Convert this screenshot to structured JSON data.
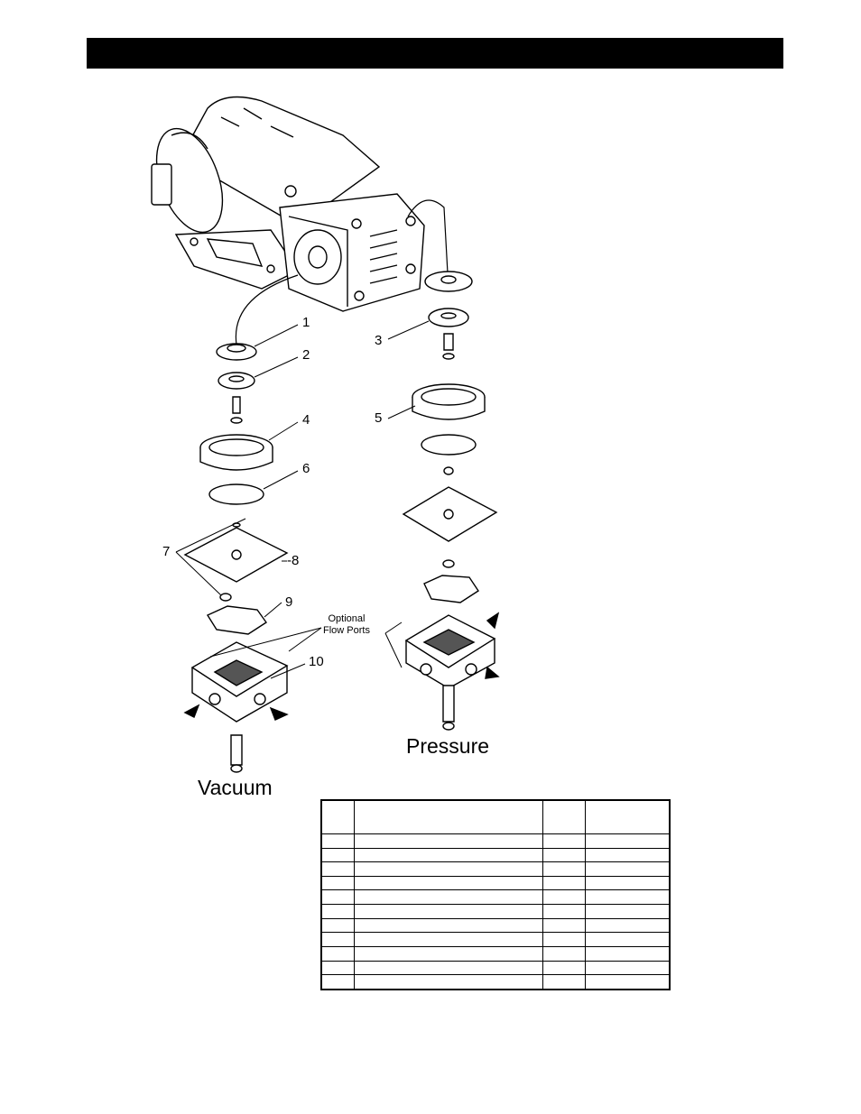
{
  "header_bar": {
    "color": "#000000"
  },
  "diagram": {
    "callouts": {
      "c1": "1",
      "c2": "2",
      "c3": "3",
      "c4": "4",
      "c5": "5",
      "c6": "6",
      "c7": "7",
      "c8": "-8",
      "c9": "9",
      "c10": "10"
    },
    "optional_flow_ports": "Optional\nFlow Ports",
    "vacuum_label": "Vacuum",
    "pressure_label": "Pressure"
  },
  "parts_table": {
    "header": [
      "",
      "",
      "",
      ""
    ],
    "rows": [
      [
        "",
        "",
        "",
        ""
      ],
      [
        "",
        "",
        "",
        ""
      ],
      [
        "",
        "",
        "",
        ""
      ],
      [
        "",
        "",
        "",
        ""
      ],
      [
        "",
        "",
        "",
        ""
      ],
      [
        "",
        "",
        "",
        ""
      ],
      [
        "",
        "",
        "",
        ""
      ],
      [
        "",
        "",
        "",
        ""
      ],
      [
        "",
        "",
        "",
        ""
      ],
      [
        "",
        "",
        "",
        ""
      ],
      [
        "",
        "",
        "",
        ""
      ]
    ]
  }
}
